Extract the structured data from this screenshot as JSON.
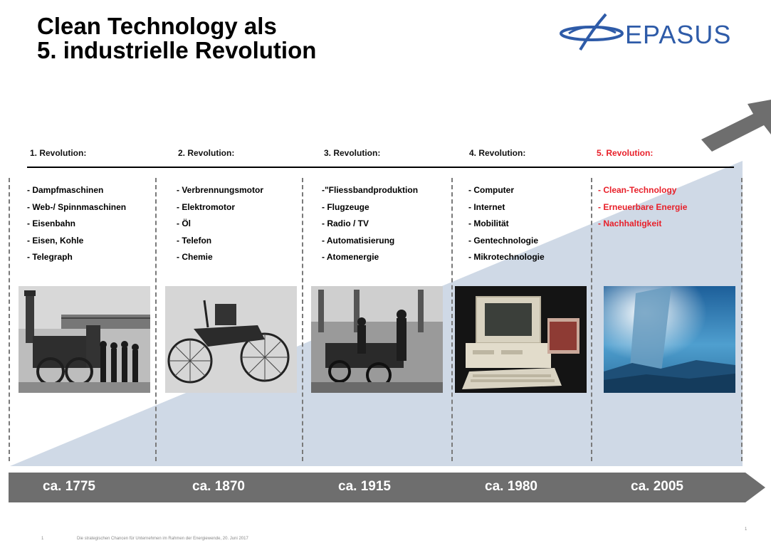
{
  "title": {
    "line1": "Clean Technology als",
    "line2": "5. industrielle Revolution"
  },
  "logo": {
    "text": "EPASUS",
    "icon": "epasus-orbit-logo",
    "color": "#2e5ba8"
  },
  "colors": {
    "highlight": "#e8202a",
    "timeline": "#6e6e6e",
    "triangle": "#cfd9e6",
    "arrow": "#6e6e6e"
  },
  "revolutions": [
    {
      "label": "1. Revolution:",
      "year": "ca. 1775",
      "highlight": false,
      "items": [
        "- Dampfmaschinen",
        "- Web-/ Spinnmaschinen",
        "- Eisenbahn",
        "- Eisen, Kohle",
        "- Telegraph"
      ],
      "photo": "steam-locomotive-photo"
    },
    {
      "label": "2. Revolution:",
      "year": "ca. 1870",
      "highlight": false,
      "items": [
        "- Verbrennungsmotor",
        "- Elektromotor",
        "- Öl",
        "- Telefon",
        "- Chemie"
      ],
      "photo": "benz-motorwagen-photo"
    },
    {
      "label": "3. Revolution:",
      "year": "ca. 1915",
      "highlight": false,
      "items": [
        "-\"Fliessbandproduktion",
        "- Flugzeuge",
        "- Radio / TV",
        "- Automatisierung",
        "- Atomenergie"
      ],
      "photo": "assembly-line-photo"
    },
    {
      "label": "4. Revolution:",
      "year": "ca. 1980",
      "highlight": false,
      "items": [
        "- Computer",
        "- Internet",
        "- Mobilität",
        "- Gentechnologie",
        "- Mikrotechnologie"
      ],
      "photo": "personal-computer-photo"
    },
    {
      "label": "5. Revolution:",
      "year": "ca. 2005",
      "highlight": true,
      "items": [
        "- Clean-Technology",
        "- Erneuerbare Energie",
        "- Nachhaltigkeit"
      ],
      "photo": "solar-panel-sky-photo"
    }
  ],
  "footer": {
    "page": "1",
    "text": "Die strategischen Chancen für Unternehmen im Rahmen der Energiewende, 20. Juni 2017",
    "corner": "1"
  }
}
